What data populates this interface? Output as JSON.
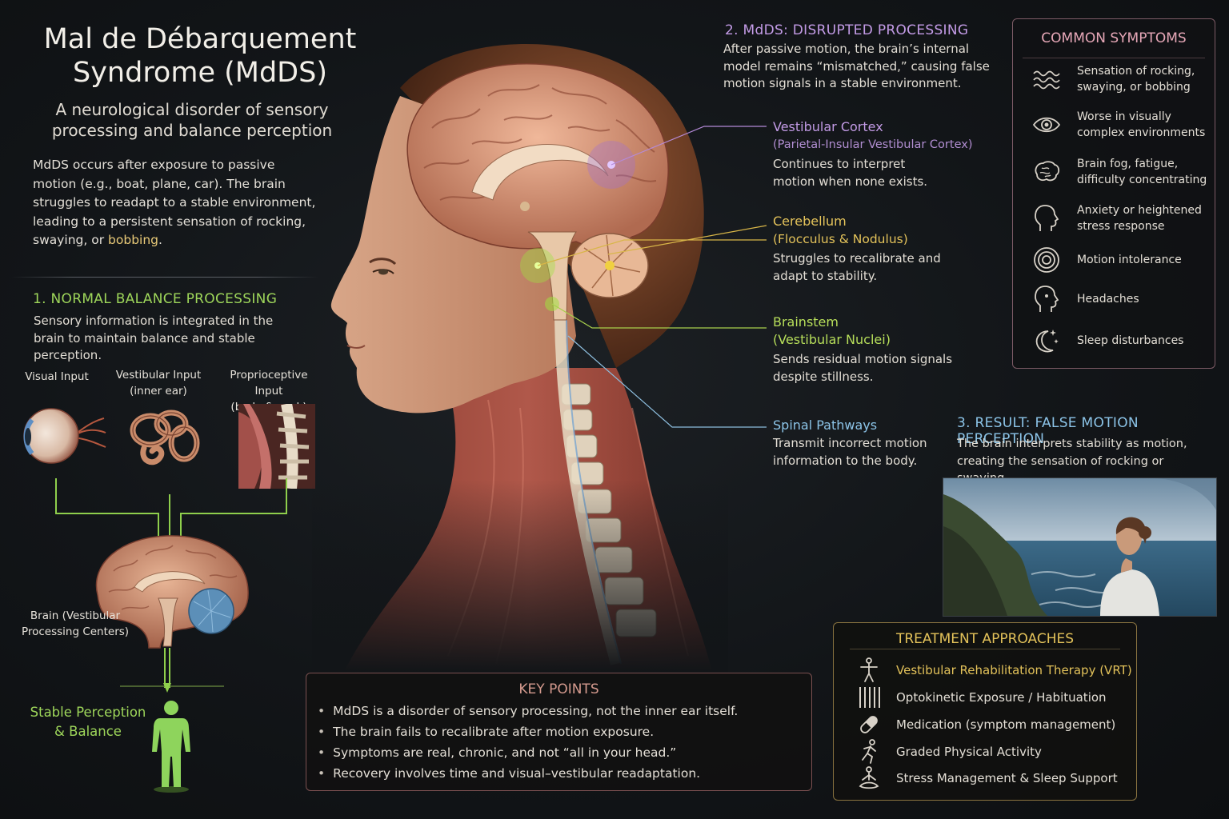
{
  "title": "Mal de Débarquement Syndrome (MdDS)",
  "subtitle": "A neurological disorder of sensory processing and balance perception",
  "intro": {
    "text": "MdDS occurs after exposure to passive motion (e.g., boat, plane, car). The brain struggles to readapt to a stable environment, leading to a persistent sensation of rocking, swaying, or ",
    "highlight": "bobbing",
    "end": "."
  },
  "section1": {
    "title": "1. NORMAL BALANCE PROCESSING",
    "body": "Sensory information is integrated in the brain to maintain balance and stable perception.",
    "inputs": [
      {
        "label": "Visual Input",
        "sub": ""
      },
      {
        "label": "Vestibular Input",
        "sub": "(inner ear)"
      },
      {
        "label": "Proprioceptive Input",
        "sub": "(body & neck)"
      }
    ],
    "brain_label": "Brain (Vestibular Processing Centers)",
    "outcome": "Stable Perception & Balance"
  },
  "section2": {
    "title": "2. MdDS: DISRUPTED PROCESSING",
    "body": "After passive motion, the brain’s internal model remains “mismatched,” causing false motion signals in a stable environment."
  },
  "structures": [
    {
      "name": "Vestibular Cortex",
      "sub": "(Parietal-Insular Vestibular Cortex)",
      "desc": "Continues to interpret motion when none exists.",
      "color": "#c39be6"
    },
    {
      "name": "Cerebellum",
      "sub": "(Flocculus & Nodulus)",
      "desc": "Struggles to recalibrate and adapt to stability.",
      "color": "#e3c25a"
    },
    {
      "name": "Brainstem",
      "sub": "(Vestibular Nuclei)",
      "desc": "Sends residual motion signals despite stillness.",
      "color": "#b7de5a"
    },
    {
      "name": "Spinal Pathways",
      "sub": "",
      "desc": "Transmit incorrect motion information to the body.",
      "color": "#8cc4e8"
    }
  ],
  "symptoms": {
    "title": "COMMON SYMPTOMS",
    "items": [
      {
        "icon": "waves-icon",
        "label": "Sensation of rocking, swaying, or bobbing"
      },
      {
        "icon": "eye-icon",
        "label": "Worse in visually complex environments"
      },
      {
        "icon": "brain-icon",
        "label": "Brain fog, fatigue, difficulty concentrating"
      },
      {
        "icon": "head-stress-icon",
        "label": "Anxiety or heightened stress response"
      },
      {
        "icon": "concentric-circles-icon",
        "label": "Motion intolerance"
      },
      {
        "icon": "head-ache-icon",
        "label": "Headaches"
      },
      {
        "icon": "moon-star-icon",
        "label": "Sleep disturbances"
      }
    ]
  },
  "result": {
    "title": "3. RESULT: FALSE MOTION PERCEPTION",
    "body": "The brain interprets stability as motion, creating the sensation of rocking or swaying."
  },
  "treatment": {
    "title": "TREATMENT APPROACHES",
    "items": [
      {
        "icon": "person-standing-icon",
        "label": "Vestibular Rehabilitation Therapy (VRT)",
        "highlight": true
      },
      {
        "icon": "vertical-stripes-icon",
        "label": "Optokinetic Exposure / Habituation",
        "highlight": false
      },
      {
        "icon": "pill-icon",
        "label": "Medication (symptom management)",
        "highlight": false
      },
      {
        "icon": "running-person-icon",
        "label": "Graded Physical Activity",
        "highlight": false
      },
      {
        "icon": "meditation-icon",
        "label": "Stress Management & Sleep Support",
        "highlight": false
      }
    ]
  },
  "key_points": {
    "title": "KEY POINTS",
    "items": [
      "MdDS is a disorder of sensory processing, not the inner ear itself.",
      "The brain fails to recalibrate after motion exposure.",
      "Symptoms are real, chronic, and not  “all in your head.”",
      "Recovery involves time and visual–vestibular readaptation."
    ]
  }
}
